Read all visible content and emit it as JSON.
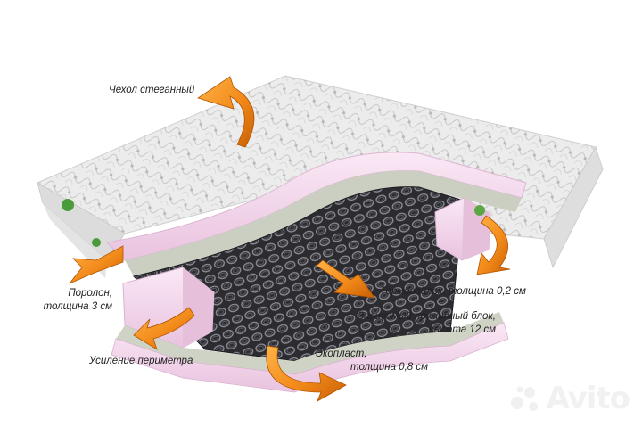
{
  "labels": {
    "cover": "Чехол стеганный",
    "foam_line1": "Поролон,",
    "foam_line2": "толщина 3 см",
    "perimeter": "Усиление периметра",
    "thermal_felt": "Термовойлок, толщина 0,2 см",
    "spring_line1": "Зависимый пружинный блок,",
    "spring_line2": "высота 12 см",
    "ecoplast_line1": "Экопласт,",
    "ecoplast_line2": "толщина 0,8 см"
  },
  "watermark": {
    "text": "Avito",
    "icon": "avito-dots-icon"
  },
  "colors": {
    "arrow": "#f28a1a",
    "foam": "#f3d7ec",
    "felt": "#cdd1c4",
    "springs": "#2a2a2e",
    "cover": "#e9e9e9",
    "label_text": "#222222"
  },
  "icons": [
    "curved-arrow-icon",
    "brand-logo-icon"
  ]
}
